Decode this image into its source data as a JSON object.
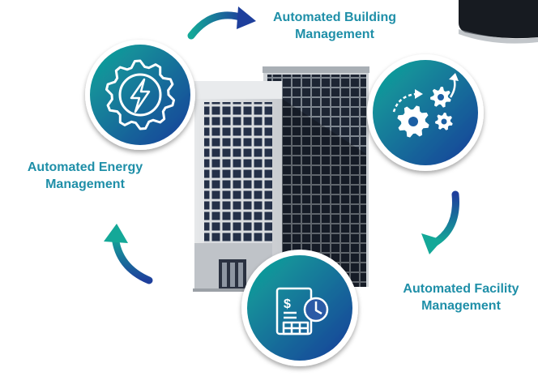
{
  "diagram": {
    "labels": {
      "building": {
        "line1": "Automated Building",
        "line2": "Management"
      },
      "energy": {
        "line1": "Automated Energy",
        "line2": "Management"
      },
      "facility": {
        "line1": "Automated Facility",
        "line2": "Management"
      }
    },
    "icons": {
      "top_left": "lightning-gear-icon",
      "top_right": "gears-icon",
      "bottom": "invoice-clock-icon"
    },
    "colors": {
      "label_text": "#1f8fa8",
      "gradient_start": "#0fa89a",
      "gradient_end": "#1b3d9a",
      "arrow_start": "#14a898",
      "arrow_end": "#1e3f9c"
    }
  }
}
